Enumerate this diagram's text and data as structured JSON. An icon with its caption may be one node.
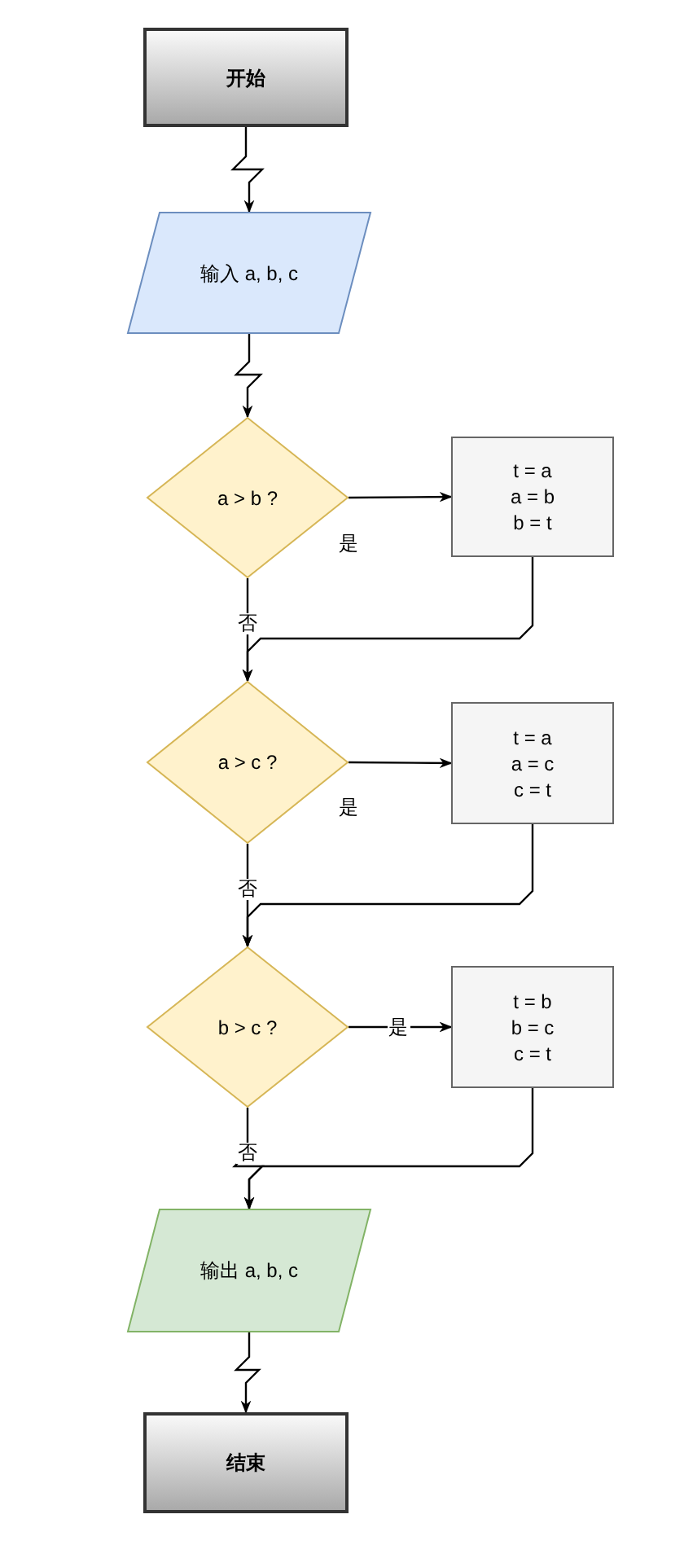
{
  "diagram": {
    "nodes": [
      {
        "text": [
          "开始"
        ]
      },
      {
        "text": [
          "输入 a, b, c"
        ]
      },
      {
        "text": [
          "a > b ?"
        ]
      },
      {
        "text": [
          "t = a",
          "a = b",
          "b = t"
        ]
      },
      {
        "text": [
          "a > c ?"
        ]
      },
      {
        "text": [
          "t = a",
          "a = c",
          "c = t"
        ]
      },
      {
        "text": [
          "b > c ?"
        ]
      },
      {
        "text": [
          "t = b",
          "b = c",
          "c = t"
        ]
      },
      {
        "text": [
          "输出 a, b, c"
        ]
      },
      {
        "text": [
          "结束"
        ]
      }
    ],
    "edges": [
      {
        "from": 0,
        "to": 1,
        "arrow": "to"
      },
      {
        "from": 1,
        "to": 2,
        "arrow": "to"
      },
      {
        "from": 2,
        "to": 3,
        "arrow": "to",
        "label": "是"
      },
      {
        "from": 2,
        "to": 4,
        "arrow": "to",
        "label": "否"
      },
      {
        "from": 3,
        "to": 4,
        "arrow": "to"
      },
      {
        "from": 4,
        "to": 5,
        "arrow": "to",
        "label": "是"
      },
      {
        "from": 4,
        "to": 6,
        "arrow": "to",
        "label": "否"
      },
      {
        "from": 5,
        "to": 6,
        "arrow": "to"
      },
      {
        "from": 6,
        "to": 7,
        "arrow": "to",
        "label": "是"
      },
      {
        "from": 6,
        "to": 8,
        "arrow": "to",
        "label": "否"
      },
      {
        "from": 7,
        "to": 8,
        "arrow": "to"
      },
      {
        "from": 8,
        "to": 9,
        "arrow": "to"
      }
    ]
  }
}
